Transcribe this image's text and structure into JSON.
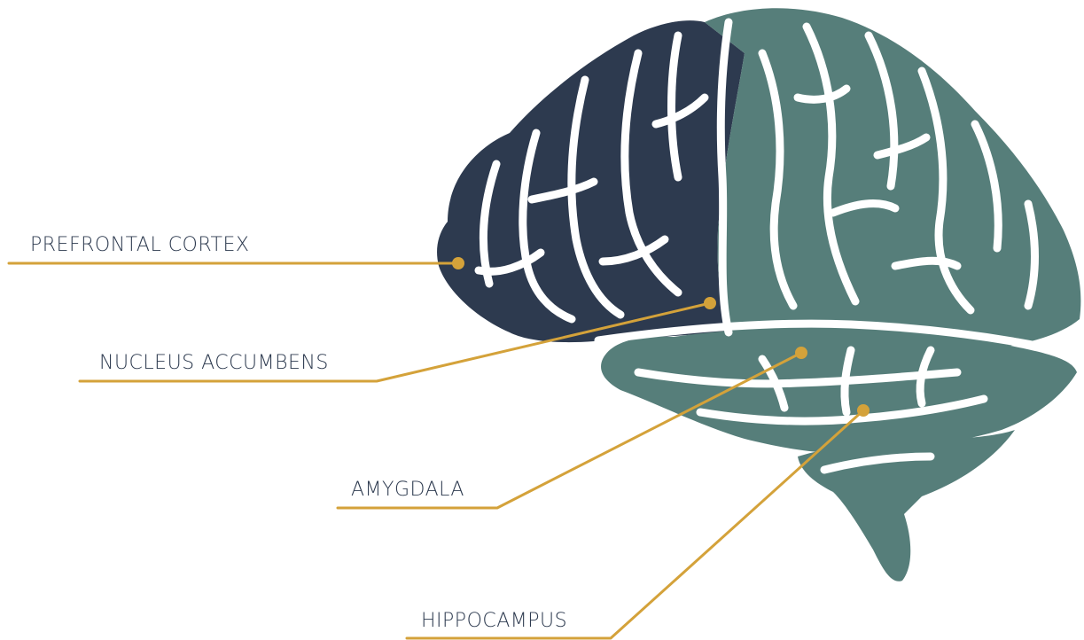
{
  "colors": {
    "frontal_lobe": "#2d3a4f",
    "rest_of_brain": "#567e7a",
    "sulcus": "#ffffff",
    "leader": "#d4a23a",
    "label_text": "#2d3a4f"
  },
  "labels": {
    "prefrontal_cortex": "PREFRONTAL CORTEX",
    "nucleus_accumbens": "NUCLEUS ACCUMBENS",
    "amygdala": "AMYGDALA",
    "hippocampus": "HIPPOCAMPUS"
  }
}
